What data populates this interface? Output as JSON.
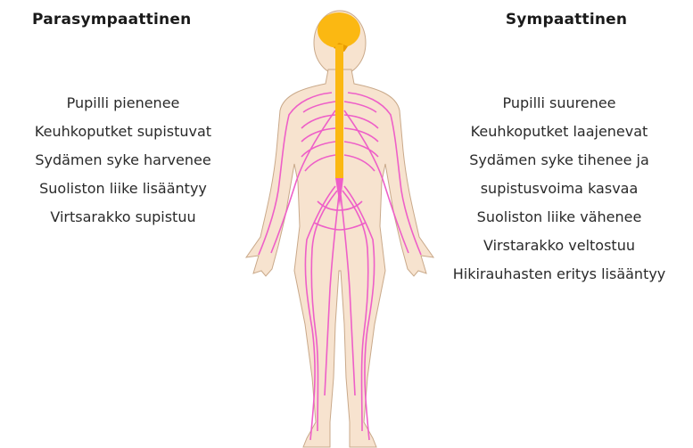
{
  "parasympathetic": {
    "title": "Parasympaattinen",
    "effects": [
      "Pupilli pienenee",
      "Keuhkoputket supistuvat",
      "Sydämen syke harvenee",
      "Suoliston liike lisääntyy",
      "Virtsarakko supistuu"
    ]
  },
  "sympathetic": {
    "title": "Sympaattinen",
    "effects": [
      "Pupilli suurenee",
      "Keuhkoputket laajenevat",
      "Sydämen syke tihenee ja",
      "supistusvoima kasvaa",
      "Suoliston liike vähenee",
      "Virstarakko veltostuu",
      "Hikirauhasten eritys lisääntyy"
    ]
  },
  "colors": {
    "skin": "#f7e3cf",
    "skin_outline": "#c9a98a",
    "nerves": "#ee5fc8",
    "brain_spine": "#fbb812"
  }
}
